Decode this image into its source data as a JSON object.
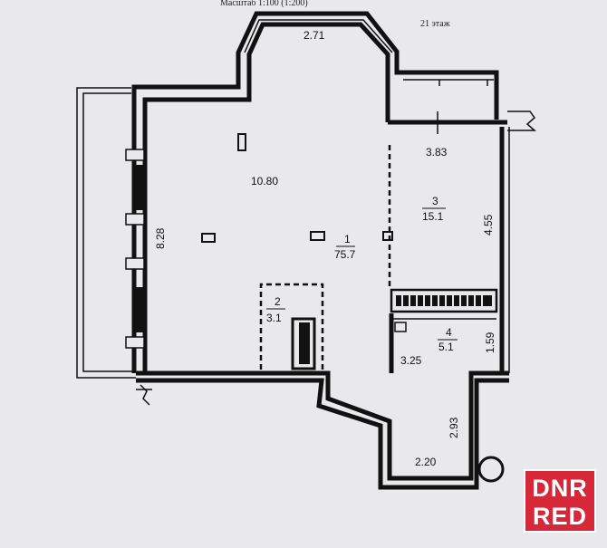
{
  "header": {
    "scale": "Масштаб 1:100 (1:200)",
    "floor": "21 этаж"
  },
  "dimensions": {
    "bay_width": "2.71",
    "main_depth": "8.28",
    "main_width": "10.80",
    "room3_width": "3.83",
    "room3_depth": "4.55",
    "room4_width": "3.25",
    "room4_depth": "1.59",
    "corridor_length": "2.93",
    "corridor_width": "2.20"
  },
  "rooms": {
    "r1": {
      "number": "1",
      "area": "75.7"
    },
    "r2": {
      "number": "2",
      "area": "3.1"
    },
    "r3": {
      "number": "3",
      "area": "15.1"
    },
    "r4": {
      "number": "4",
      "area": "5.1"
    }
  },
  "watermark": {
    "line1": "DNR",
    "line2": "RED",
    "bg_color": "#d62839"
  }
}
